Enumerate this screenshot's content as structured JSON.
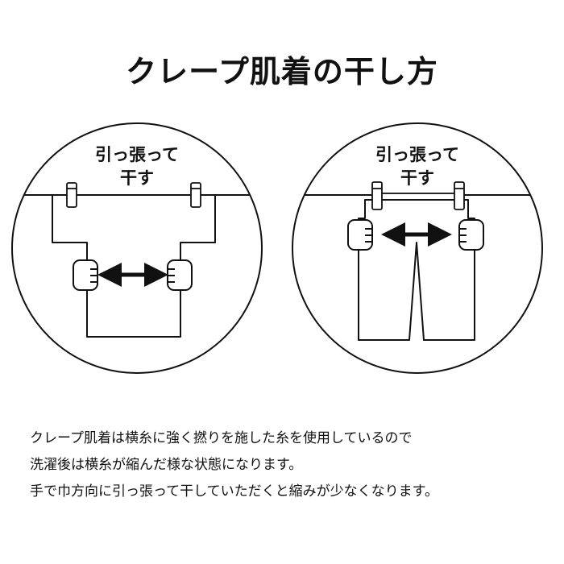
{
  "title": "クレープ肌着の干し方",
  "panels": [
    {
      "label_line1": "引っ張って",
      "label_line2": "干す"
    },
    {
      "label_line1": "引っ張って",
      "label_line2": "干す"
    }
  ],
  "description": [
    "クレープ肌着は横糸に強く撚りを施した糸を使用しているので",
    "洗濯後は横糸が縮んだ様な状態になります。",
    "手で巾方向に引っ張って干していただくと縮みが少なくなります。"
  ]
}
